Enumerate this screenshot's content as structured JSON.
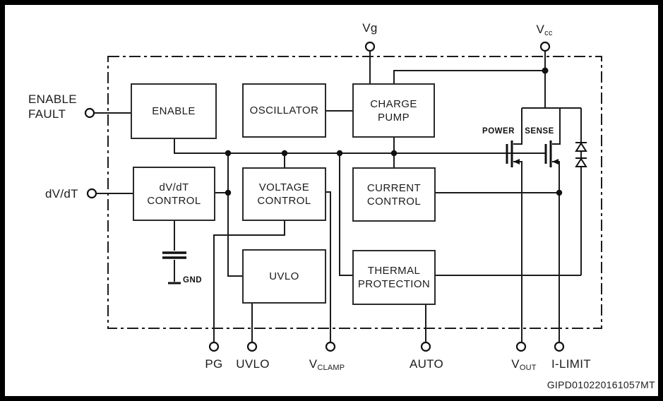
{
  "diagram": {
    "blocks": {
      "enable": {
        "lines": [
          "ENABLE"
        ]
      },
      "oscillator": {
        "lines": [
          "OSCILLATOR"
        ]
      },
      "charge_pump": {
        "lines": [
          "CHARGE",
          "PUMP"
        ]
      },
      "dvdt_control": {
        "lines": [
          "dV/dT",
          "CONTROL"
        ]
      },
      "voltage_control": {
        "lines": [
          "VOLTAGE",
          "CONTROL"
        ]
      },
      "current_control": {
        "lines": [
          "CURRENT",
          "CONTROL"
        ]
      },
      "uvlo": {
        "lines": [
          "UVLO"
        ]
      },
      "thermal_protection": {
        "lines": [
          "THERMAL",
          "PROTECTION"
        ]
      }
    },
    "pins": {
      "enable_fault": {
        "line1": "ENABLE",
        "line2": "FAULT"
      },
      "dvdt": {
        "label": "dV/dT"
      },
      "vg": {
        "label": "Vg"
      },
      "vcc": {
        "label": "V",
        "sub": "cc"
      },
      "pg": {
        "label": "PG"
      },
      "uvlo": {
        "label": "UVLO"
      },
      "vclamp": {
        "label": "V",
        "sub": "CLAMP"
      },
      "auto": {
        "label": "AUTO"
      },
      "vout": {
        "label": "V",
        "sub": "OUT"
      },
      "ilimit": {
        "label": "I-LIMIT"
      }
    },
    "transistors": {
      "power": "POWER",
      "sense": "SENSE"
    },
    "ground_label": "GND",
    "footer_code": "GIPD010220161057MT",
    "colors": {
      "line": "#1b1b1b",
      "background": "#ffffff",
      "frame": "#000000"
    }
  }
}
